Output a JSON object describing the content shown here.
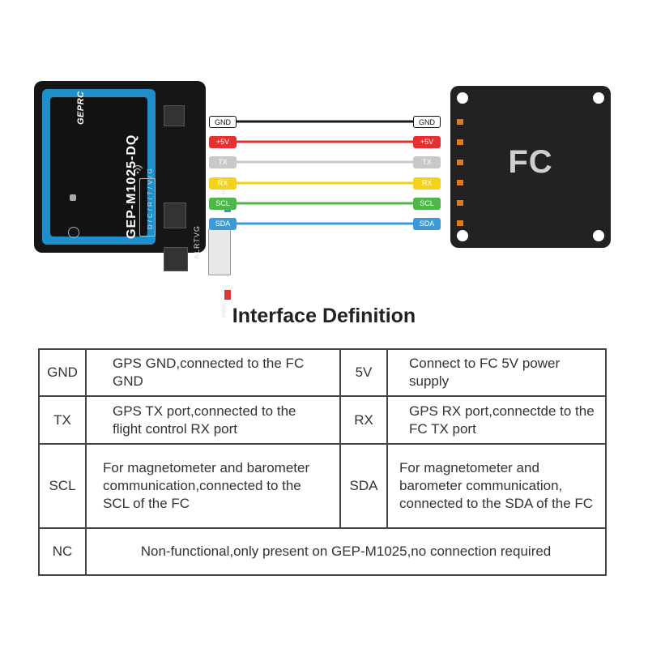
{
  "gps_module": {
    "logo": "GEPRC",
    "model": "GEP-M1025-DQ",
    "pin_sequence": "D/C/R/T/V/G",
    "connector_label": "ALRTVG",
    "led_labels": [
      "PPS",
      "PWR"
    ],
    "screen_color": "#1e8fcb"
  },
  "fc_board": {
    "label": "FC",
    "pad_color": "#e07a1f"
  },
  "wires": [
    {
      "name": "GND",
      "color": "#1a1a1a"
    },
    {
      "name": "+5V",
      "color": "#e63030"
    },
    {
      "name": "TX",
      "color": "#c8c8c8"
    },
    {
      "name": "RX",
      "color": "#f2d21b"
    },
    {
      "name": "SCL",
      "color": "#4db848"
    },
    {
      "name": "SDA",
      "color": "#3a9bd8"
    }
  ],
  "title": "Interface Definition",
  "table": [
    {
      "left_key": "GND",
      "left_desc": "GPS GND,connected to the FC GND",
      "right_key": "5V",
      "right_desc": "Connect to FC 5V power supply"
    },
    {
      "left_key": "TX",
      "left_desc": "GPS TX port,connected to the flight control RX port",
      "right_key": "RX",
      "right_desc": "GPS RX port,connectde to the FC TX port"
    },
    {
      "left_key": "SCL",
      "left_desc": "For magnetometer and barometer communication,connected to the SCL of the FC",
      "right_key": "SDA",
      "right_desc": "For magnetometer and barometer communication, connected to the SDA of the FC"
    },
    {
      "key": "NC",
      "desc": "Non-functional,only present on GEP-M1025,no connection required"
    }
  ]
}
